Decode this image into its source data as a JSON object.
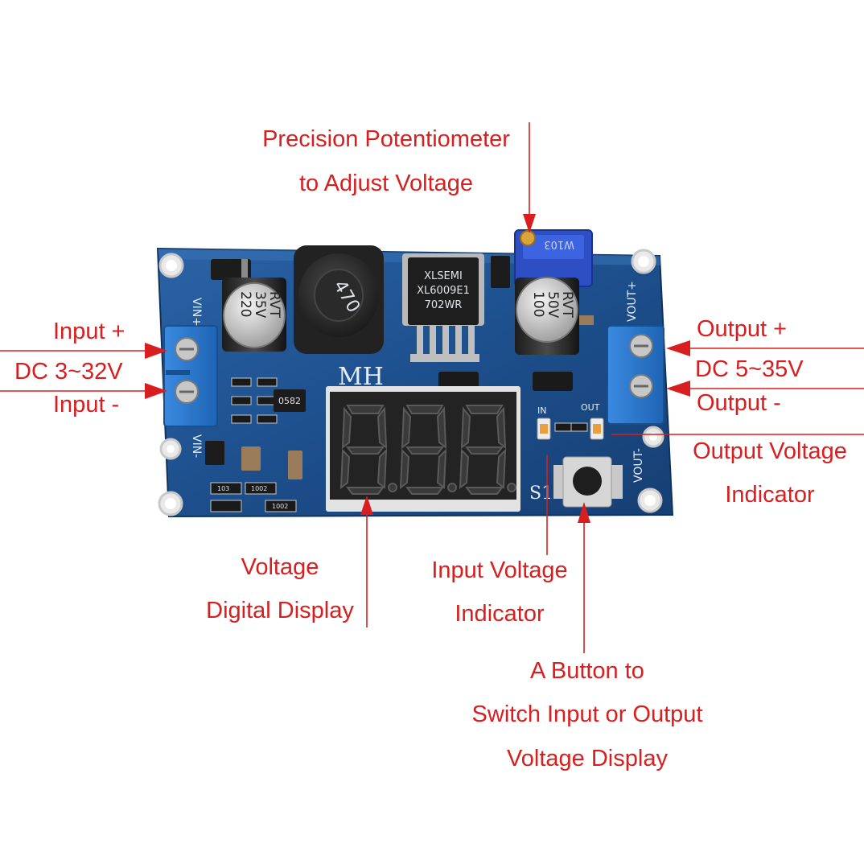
{
  "labels": {
    "potentiometer": {
      "line1": "Precision Potentiometer",
      "line2": "to Adjust Voltage"
    },
    "input_plus": "Input +",
    "input_range": "DC 3~32V",
    "input_minus": "Input -",
    "output_plus": "Output +",
    "output_range": "DC 5~35V",
    "output_minus": "Output -",
    "output_indicator": {
      "line1": "Output Voltage",
      "line2": "Indicator"
    },
    "digital_display": {
      "line1": "Voltage",
      "line2": "Digital Display"
    },
    "input_indicator": {
      "line1": "Input Voltage",
      "line2": "Indicator"
    },
    "button": {
      "line1": "A Button to",
      "line2": "Switch Input or Output",
      "line3": "Voltage Display"
    }
  },
  "board": {
    "vin_plus": "VIN+",
    "vin_minus": "VIN-",
    "vout_plus": "VOUT+",
    "vout_minus": "VOUT-",
    "brand": "MH",
    "switch": "S1",
    "in_led": "IN",
    "out_led": "OUT",
    "ic": {
      "line1": "XLSEMI",
      "line2": "XL6009E1",
      "line3": "702WR"
    },
    "inductor": "470",
    "cap_in": {
      "line1": "220",
      "line2": "35V",
      "line3": "RVT"
    },
    "cap_out": {
      "line1": "100",
      "line2": "50V",
      "line3": "RVT"
    },
    "pot": "W103",
    "regulator": "0582",
    "res_1": "103",
    "res_2": "1002",
    "res_3": "1002"
  },
  "colors": {
    "label": "#d81e1e",
    "board": "#1d4f8c",
    "terminal": "#2f7fd0"
  }
}
